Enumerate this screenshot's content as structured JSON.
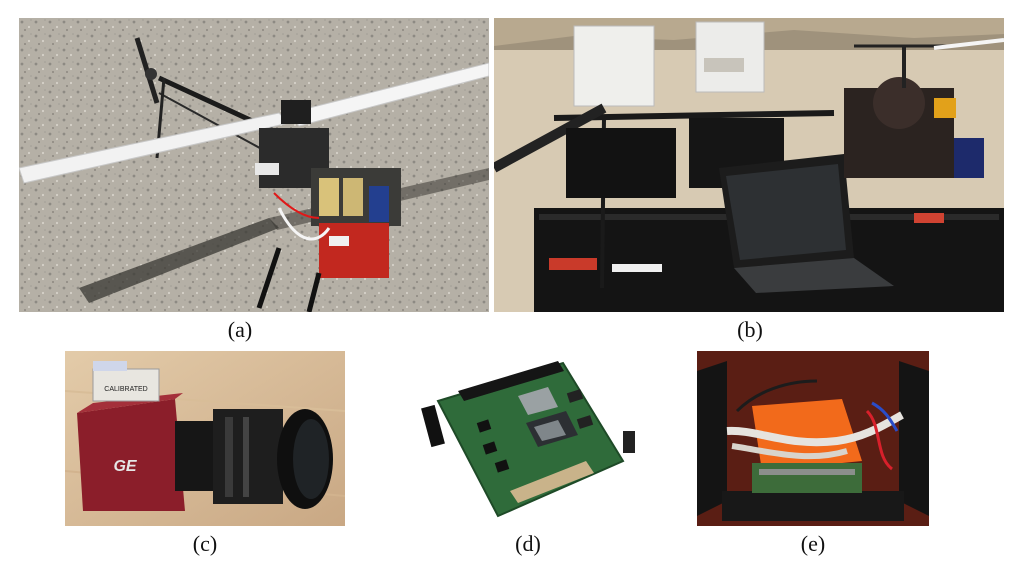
{
  "figure": {
    "panels": [
      {
        "label": "(a)",
        "content": "helicopter"
      },
      {
        "label": "(b)",
        "content": "ground-station"
      },
      {
        "label": "(c)",
        "content": "camera",
        "camera_brand": "GE",
        "sticker": "CALIBRATED"
      },
      {
        "label": "(d)",
        "content": "embedded-board"
      },
      {
        "label": "(e)",
        "content": "electronics-enclosure"
      }
    ]
  },
  "colors": {
    "ground_gravel": "#b7b3aa",
    "sand": "#d8ccb6",
    "camera_red": "#8b1e2a",
    "board_green": "#2f6b3a",
    "enclosure_bg": "#5a1e14",
    "foam_orange": "#f26a1b"
  }
}
